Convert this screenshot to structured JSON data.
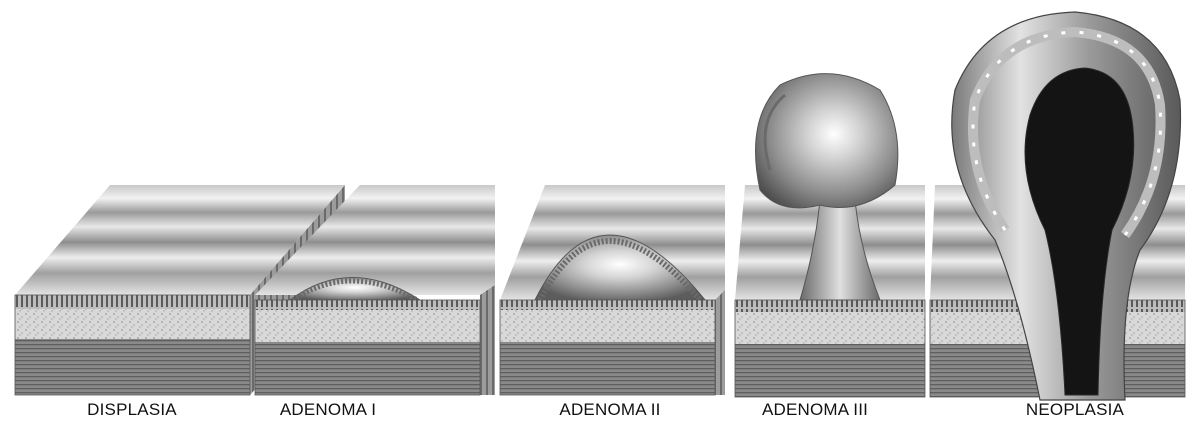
{
  "figure": {
    "stages": [
      {
        "id": "displasia",
        "label": "DISPLASIA"
      },
      {
        "id": "adenoma-1",
        "label": "ADENOMA I"
      },
      {
        "id": "adenoma-2",
        "label": "ADENOMA II"
      },
      {
        "id": "adenoma-3",
        "label": "ADENOMA III"
      },
      {
        "id": "neoplasia",
        "label": "NEOPLASIA"
      }
    ]
  },
  "colors": {
    "background": "#ffffff",
    "surface_light": "#e6e6e6",
    "surface_dark": "#8a8a8a",
    "epithelium": "#6e6e6e",
    "submucosa": "#cfcfcf",
    "muscle": "#7d7d7d",
    "tumor_core": "#141414"
  }
}
